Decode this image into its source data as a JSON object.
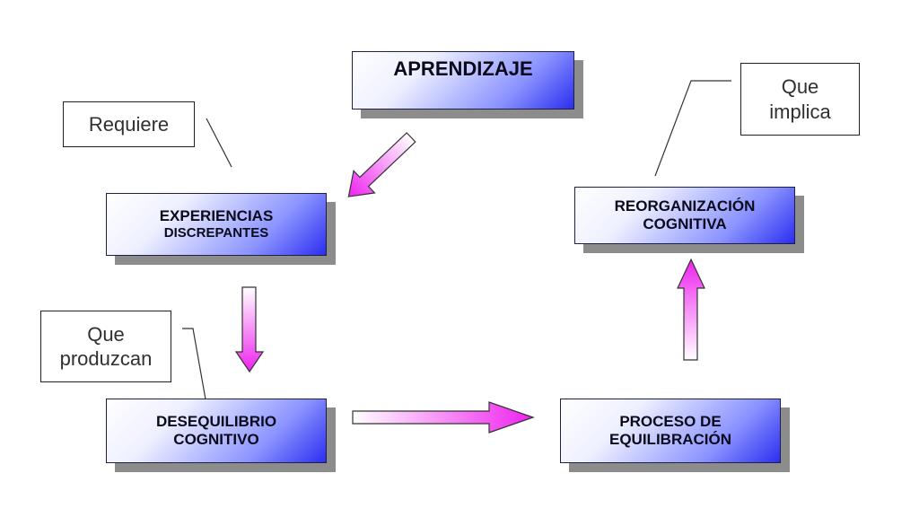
{
  "nodes": {
    "aprendizaje": {
      "lines": [
        "APRENDIZAJE"
      ]
    },
    "experiencias": {
      "lines": [
        "EXPERIENCIAS",
        "DISCREPANTES"
      ]
    },
    "desequilibrio": {
      "lines": [
        "DESEQUILIBRIO",
        "COGNITIVO"
      ]
    },
    "proceso": {
      "lines": [
        "PROCESO DE",
        "EQUILIBRACIÓN"
      ]
    },
    "reorganizacion": {
      "lines": [
        "REORGANIZACIÓN",
        "COGNITIVA"
      ]
    }
  },
  "notes": {
    "requiere": {
      "lines": [
        "Requiere"
      ]
    },
    "que_produzcan": {
      "lines": [
        "Que",
        "produzcan"
      ]
    },
    "que_implica": {
      "lines": [
        "Que",
        "implica"
      ]
    }
  },
  "colors": {
    "arrow_fill_start": "#ffffff",
    "arrow_fill_end": "#ee22ee",
    "node_gradient_end": "#2b2ef0",
    "shadow": "#8c8c8c"
  }
}
